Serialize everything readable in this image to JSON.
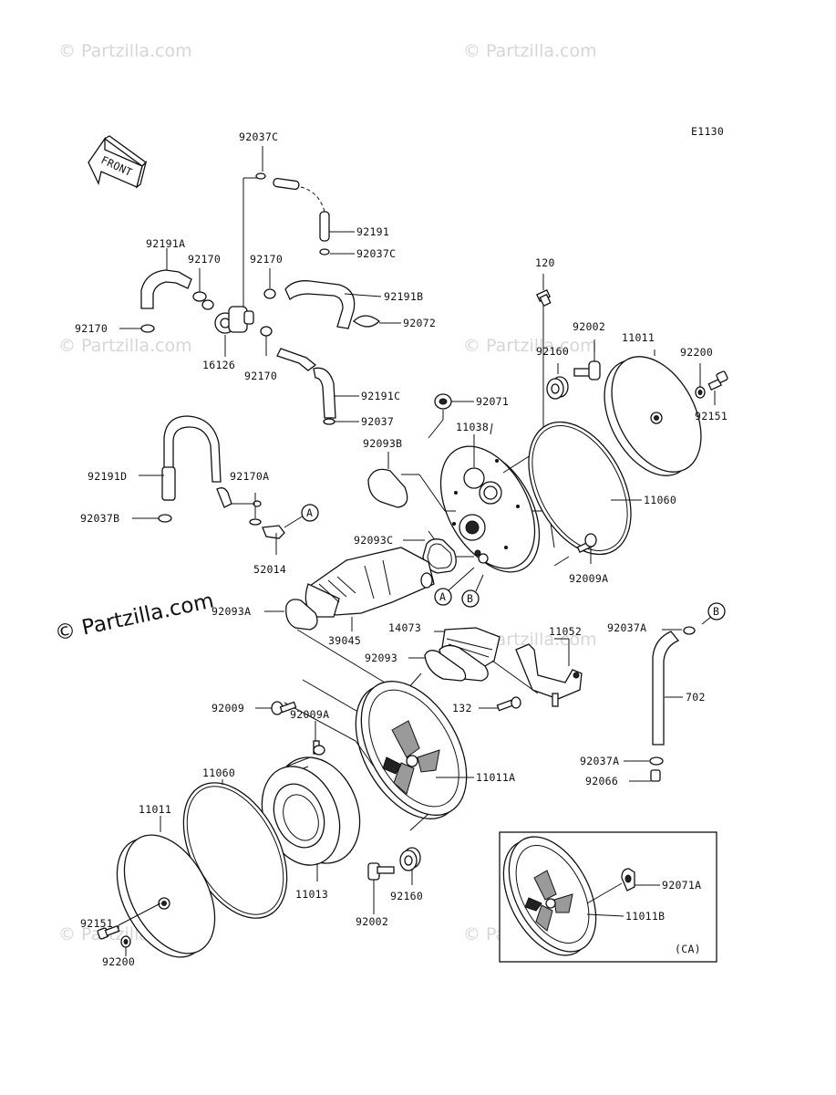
{
  "diagram_code": "E1130",
  "front_label": "FRONT",
  "watermark": "© Partzilla.com",
  "connectors": {
    "a": "A",
    "b": "B"
  },
  "inset_label": "(CA)",
  "labels": {
    "p92037C_top": "92037C",
    "p92191": "92191",
    "p92037C": "92037C",
    "p92191A": "92191A",
    "p92170_a": "92170",
    "p92170_b": "92170",
    "p92170_left": "92170",
    "p92191B": "92191B",
    "p92072": "92072",
    "p16126": "16126",
    "p92170_c": "92170",
    "p92191C": "92191C",
    "p92037": "92037",
    "p120": "120",
    "p92002_top": "92002",
    "p11011_top": "11011",
    "p92160_top": "92160",
    "p92200_top": "92200",
    "p92071": "92071",
    "p11038": "11038",
    "p92151_top": "92151",
    "p92093B": "92093B",
    "p92191D": "92191D",
    "p92170A": "92170A",
    "p11060_top": "11060",
    "p92037B": "92037B",
    "p52014": "52014",
    "p92093C": "92093C",
    "p92009A_top": "92009A",
    "p92093A": "92093A",
    "p39045": "39045",
    "p14073": "14073",
    "p11052": "11052",
    "p92037A_top": "92037A",
    "p92093": "92093",
    "p132": "132",
    "p702": "702",
    "p92009": "92009",
    "p92009A": "92009A",
    "p11060": "11060",
    "p11011A": "11011A",
    "p92037A": "92037A",
    "p92066": "92066",
    "p11011": "11011",
    "p11013": "11013",
    "p92160": "92160",
    "p92002": "92002",
    "p92151": "92151",
    "p92200": "92200",
    "p92071A": "92071A",
    "p11011B": "11011B"
  }
}
